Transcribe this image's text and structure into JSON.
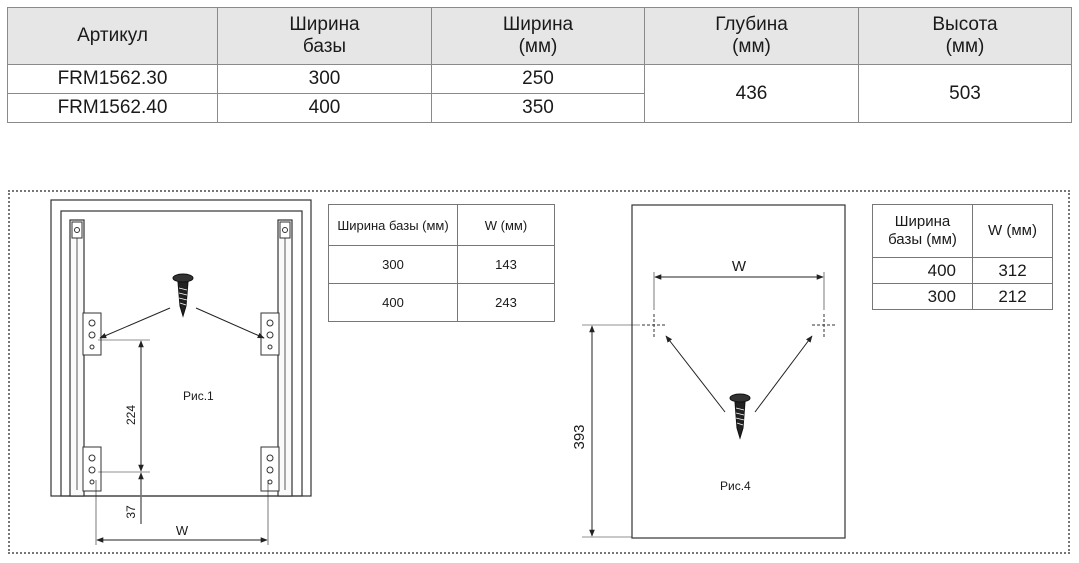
{
  "spec_table": {
    "headers": [
      {
        "line1": "Артикул",
        "line2": ""
      },
      {
        "line1": "Ширина",
        "line2": "базы"
      },
      {
        "line1": "Ширина",
        "line2": "(мм)"
      },
      {
        "line1": "Глубина",
        "line2": "(мм)"
      },
      {
        "line1": "Высота",
        "line2": "(мм)"
      }
    ],
    "rows": [
      {
        "article": "FRM1562.30",
        "base_width": "300",
        "width": "250"
      },
      {
        "article": "FRM1562.40",
        "base_width": "400",
        "width": "350"
      }
    ],
    "depth": "436",
    "height": "503"
  },
  "fig1": {
    "caption": "Рис.1",
    "dim_vertical": "224",
    "dim_bottom": "37",
    "dim_w": "W"
  },
  "table_fig1": {
    "headers": [
      "Ширина базы (мм)",
      "W (мм)"
    ],
    "rows": [
      [
        "300",
        "143"
      ],
      [
        "400",
        "243"
      ]
    ]
  },
  "fig4": {
    "caption": "Рис.4",
    "dim_w": "W",
    "dim_height": "393"
  },
  "table_fig4": {
    "header_base_line1": "Ширина",
    "header_base_line2": "базы (мм)",
    "header_w": "W (мм)",
    "rows": [
      [
        "400",
        "312"
      ],
      [
        "300",
        "212"
      ]
    ]
  }
}
